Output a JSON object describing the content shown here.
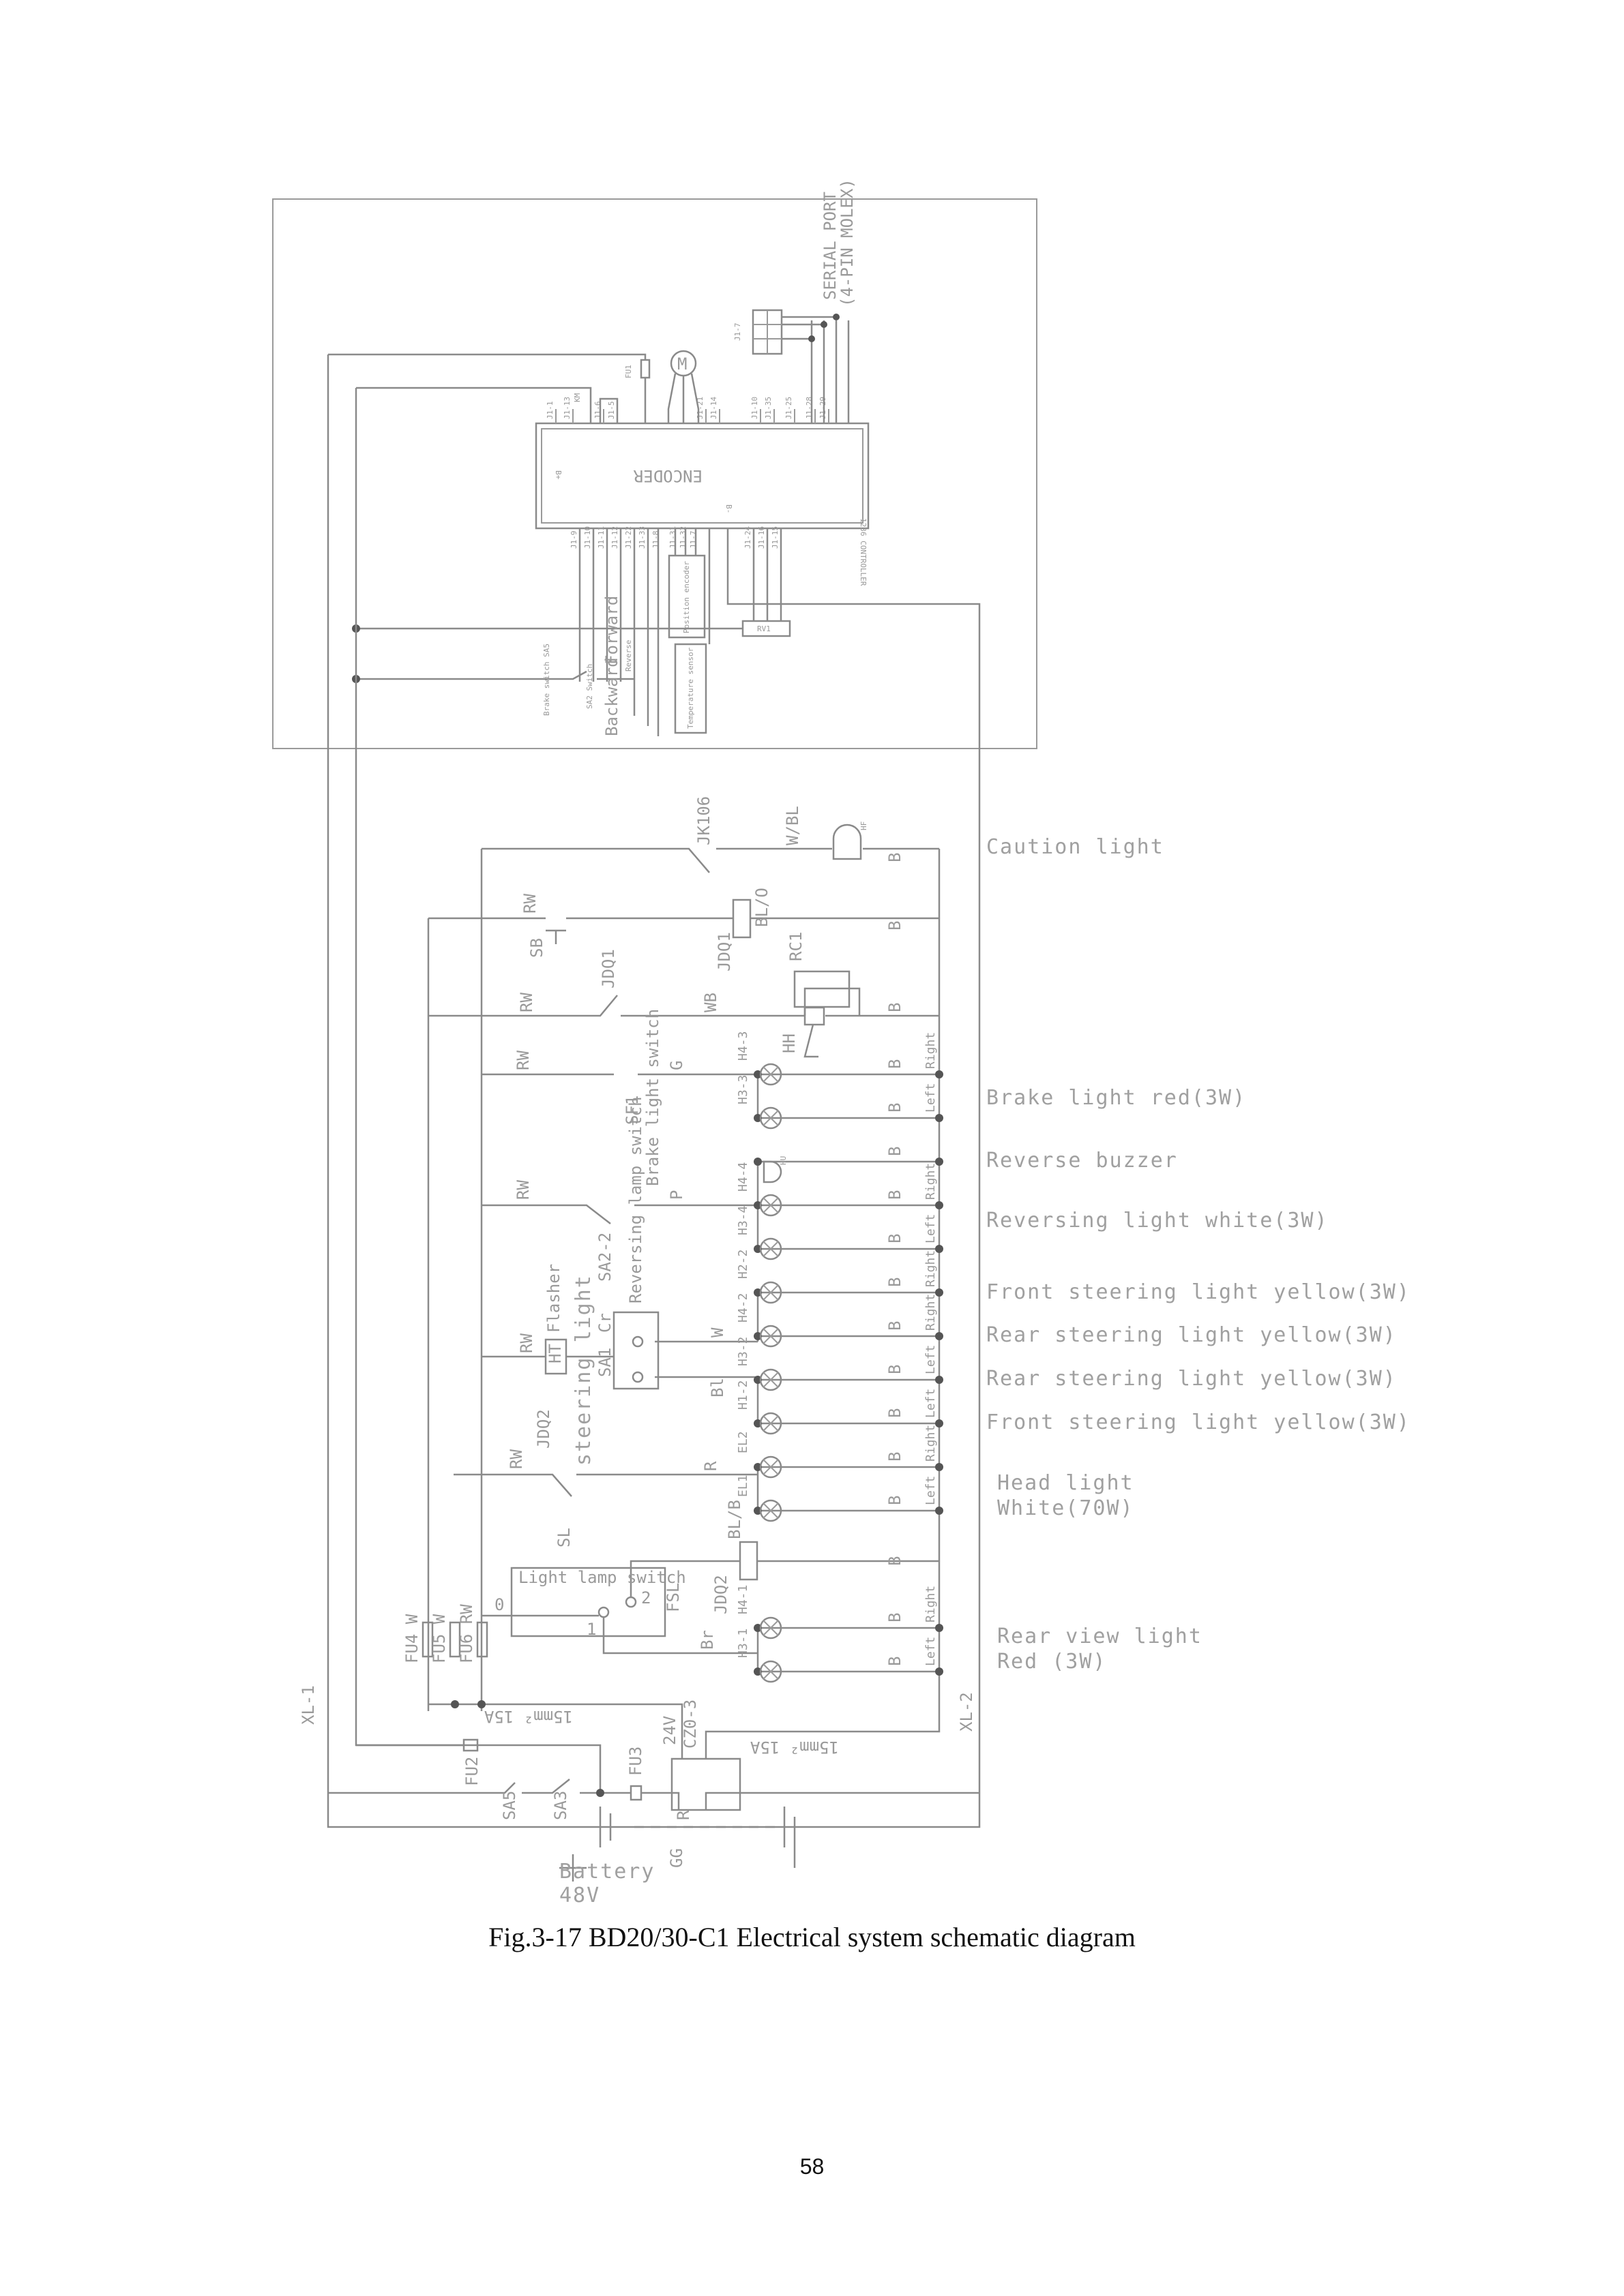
{
  "figure": {
    "caption": "Fig.3-17    BD20/30-C1 Electrical system schematic diagram",
    "page_number": "58"
  },
  "controller": {
    "title": "1236 CONTROLLER",
    "encoder": "ENCODER",
    "serial_port": "SERIAL PORT",
    "serial_port_sub": "(4-PIN MOLEX)",
    "km": "KM",
    "fu1": "FU1",
    "motor": "M",
    "rv1": "RV1",
    "position_encoder": "Position encoder",
    "temperature_sensor": "Temperature sensor",
    "forward": "Forward",
    "backward": "Backward",
    "reverse": "Reverse",
    "sa2_switch": "SA2 Switch",
    "brake_switch": "Brake switch SA5",
    "b_minus": "B-",
    "b_plus": "B+",
    "pins_top": [
      "J1-1",
      "J1-13",
      "J1-6",
      "J1-5",
      "J1-21",
      "J1-14",
      "J1-10",
      "J1-35",
      "J1-25",
      "J1-28",
      "J1-29",
      "J1-7"
    ],
    "pins_bottom": [
      "J1-9",
      "J1-10",
      "J1-11",
      "J1-12",
      "J1-22",
      "J1-33",
      "J1-8",
      "J1-31",
      "J1-32",
      "J1-7",
      "J1-24",
      "J1-16",
      "J1-15"
    ]
  },
  "wire_labels": {
    "jk106": "JK106",
    "w_bl": "W/BL",
    "b": "B",
    "rw": "RW",
    "sb": "SB",
    "jdq1": "JDQ1",
    "bl_o": "BL/O",
    "rc1": "RC1",
    "wb": "WB",
    "hh": "HH",
    "g": "G",
    "sf1": "SF1",
    "brake_light_switch": "Brake light switch",
    "p": "P",
    "sa2_2": "SA2-2",
    "reversing_lamp_switch": "Reversing lamp switch",
    "ht": "HT",
    "flasher": "Flasher",
    "sa1": "SA1",
    "cr": "Cr",
    "w": "W",
    "bl": "Bl",
    "steering_light": "steering light",
    "jdq2": "JDQ2",
    "r": "R",
    "sl": "SL",
    "light_lamp_switch": "Light lamp switch",
    "bl_b": "BL/B",
    "fsl": "FSL",
    "br": "Br",
    "pos0": "0",
    "pos1": "1",
    "pos2": "2",
    "fu4": "FU4 W",
    "fu5": "FU5 W",
    "fu6": "FU6 RW",
    "xl1": "XL-1",
    "xl2": "XL-2",
    "cable1": "15mm² 15A",
    "cable2": "15mm² 15A",
    "v24": "24V",
    "cz03": "CZ0-3",
    "fu2": "FU2",
    "fu3": "FU3",
    "sa5": "SA5",
    "sa3": "SA3",
    "gg": "GG",
    "battery": "Battery",
    "battery_v": "48V",
    "hf": "HF",
    "hu": "HU"
  },
  "lamps": [
    {
      "id": "H4-3",
      "side": "Right"
    },
    {
      "id": "H3-3",
      "side": "Left"
    },
    {
      "id": "H4-4",
      "side": "Right",
      "buzzer": true
    },
    {
      "id": "H4-4",
      "side": "Right"
    },
    {
      "id": "H3-4",
      "side": "Left"
    },
    {
      "id": "H2-2",
      "side": "Right"
    },
    {
      "id": "H4-2",
      "side": "Right"
    },
    {
      "id": "H3-2",
      "side": "Left"
    },
    {
      "id": "H1-2",
      "side": "Left"
    },
    {
      "id": "EL2",
      "side": "Right"
    },
    {
      "id": "EL1",
      "side": "Left"
    },
    {
      "id": "H4-1",
      "side": "Right"
    },
    {
      "id": "H3-1",
      "side": "Left"
    }
  ],
  "legend": [
    "Caution light",
    "Brake light red(3W)",
    "Reverse buzzer",
    "Reversing light white(3W)",
    "Front steering light yellow(3W)",
    "Rear steering light yellow(3W)",
    "Rear steering light yellow(3W)",
    "Front steering light yellow(3W)",
    "Head light",
    "White(70W)",
    "Rear view light",
    "Red (3W)"
  ]
}
